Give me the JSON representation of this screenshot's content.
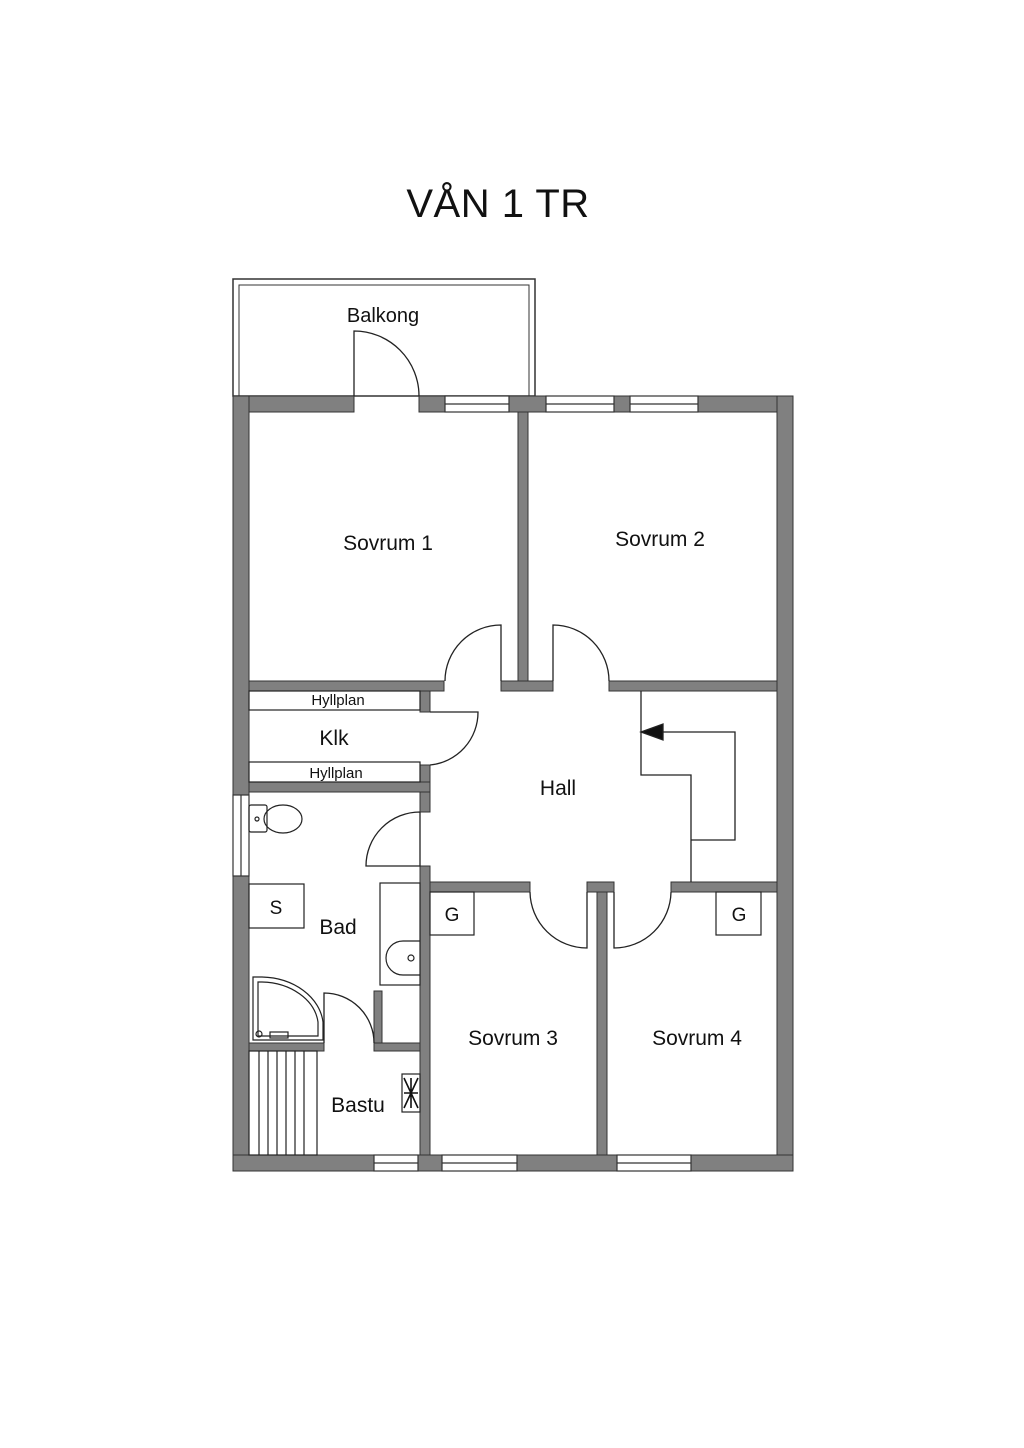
{
  "title": "VÅN 1 TR",
  "rooms": {
    "balkong": "Balkong",
    "sovrum1": "Sovrum 1",
    "sovrum2": "Sovrum 2",
    "hyllplan_top": "Hyllplan",
    "klk": "Klk",
    "hyllplan_bottom": "Hyllplan",
    "hall": "Hall",
    "bad": "Bad",
    "bastu": "Bastu",
    "sovrum3": "Sovrum 3",
    "sovrum4": "Sovrum 4"
  },
  "fixtures": {
    "s_label": "S",
    "g_label_left": "G",
    "g_label_right": "G"
  },
  "colors": {
    "wall": "#808080",
    "wall_outline": "#333333",
    "line": "#222222",
    "background": "#ffffff"
  }
}
